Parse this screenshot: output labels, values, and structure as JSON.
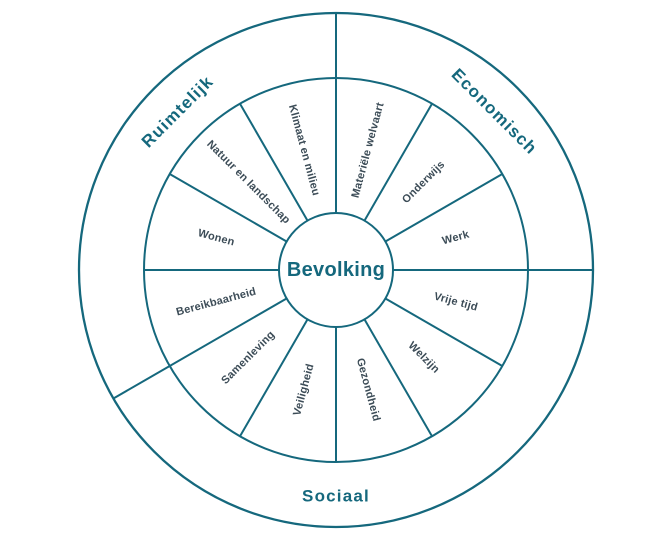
{
  "wheel": {
    "center_label": "Bevolking",
    "ring_labels": {
      "ruimtelijk": "Ruimtelijk",
      "economisch": "Economisch",
      "sociaal": "Sociaal"
    },
    "sector_labels": {
      "materiele_welvaart": "Materiële welvaart",
      "onderwijs": "Onderwijs",
      "werk": "Werk",
      "vrije_tijd": "Vrije tijd",
      "welzijn": "Welzijn",
      "gezondheid": "Gezondheid",
      "veiligheid": "Veiligheid",
      "samenleving": "Samenleving",
      "bereikbaarheid": "Bereikbaarheid",
      "wonen": "Wonen",
      "natuur_en_landschap": "Natuur en landschap",
      "klimaat_en_milieu": "Klimaat en milieu"
    },
    "grouping": {
      "Economisch": [
        "Materiële welvaart",
        "Onderwijs",
        "Werk"
      ],
      "Sociaal": [
        "Vrije tijd",
        "Welzijn",
        "Gezondheid",
        "Veiligheid",
        "Samenleving"
      ],
      "Ruimtelijk": [
        "Bereikbaarheid",
        "Wonen",
        "Natuur en landschap",
        "Klimaat en milieu"
      ]
    },
    "colors": {
      "line": "#15687d",
      "category_text": "#15687d",
      "center_text": "#15687d",
      "sector_text": "#3c4c57",
      "background": "#ffffff"
    }
  }
}
